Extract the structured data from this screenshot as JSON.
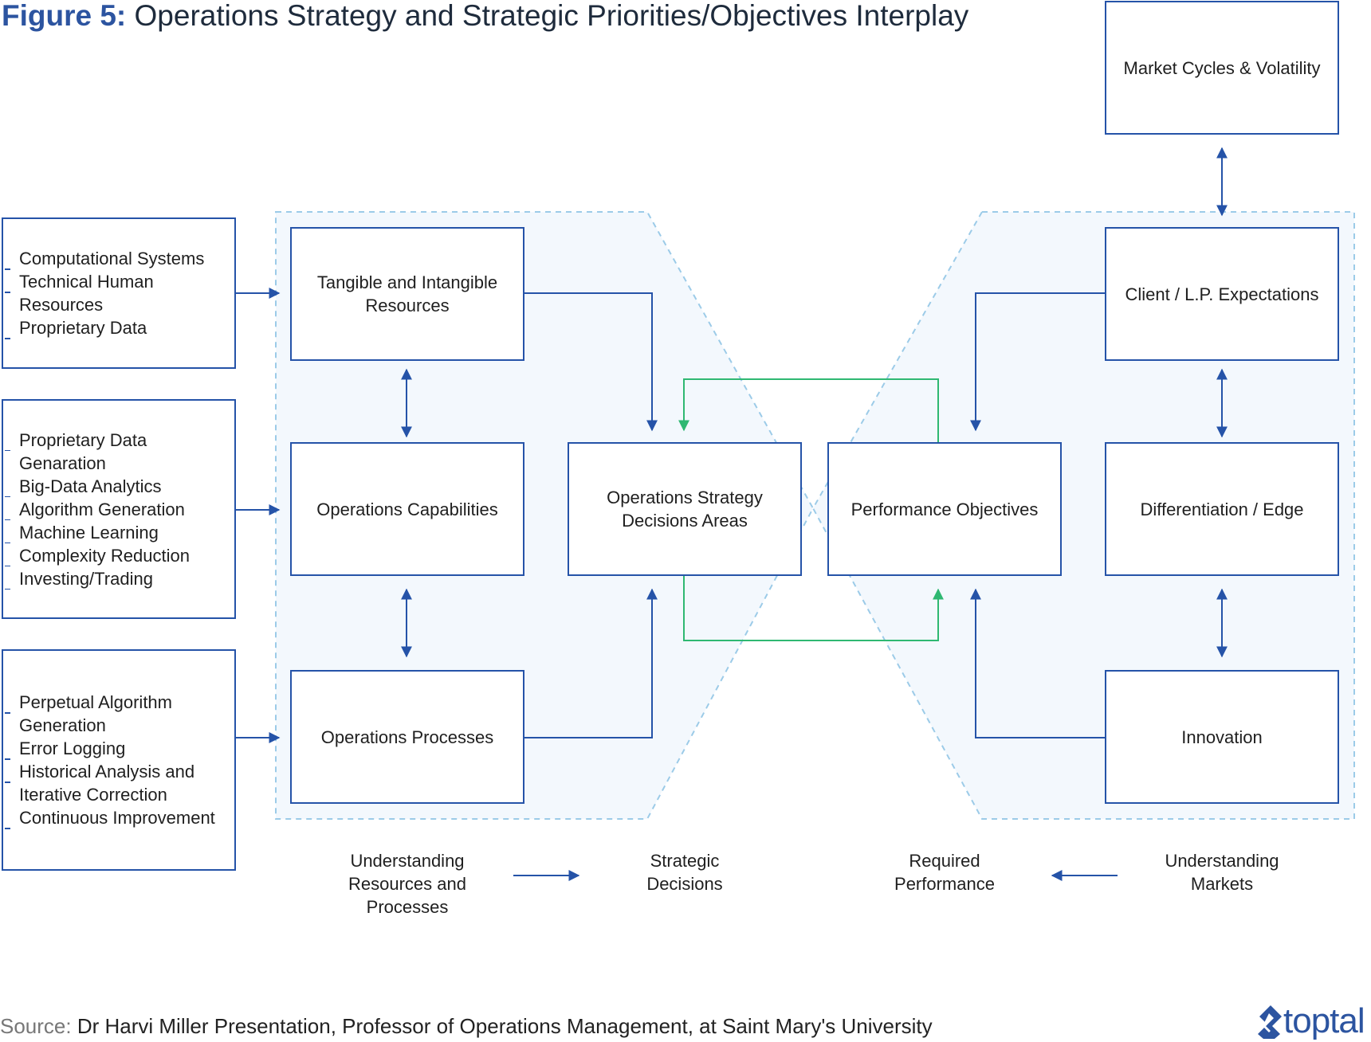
{
  "title": {
    "prefix": "Figure 5:",
    "text": "Operations Strategy and Strategic Priorities/Objectives Interplay"
  },
  "left_boxes": [
    {
      "items": [
        "Computational Systems",
        "Technical Human Resources",
        "Proprietary Data"
      ]
    },
    {
      "items": [
        "Proprietary Data Genaration",
        "Big-Data Analytics",
        "Algorithm Generation",
        "Machine Learning",
        "Complexity Reduction",
        "Investing/Trading"
      ]
    },
    {
      "items": [
        "Perpetual Algorithm Generation",
        "Error Logging",
        "Historical Analysis and Iterative Correction",
        "Continuous Improvement"
      ]
    }
  ],
  "resource_boxes": {
    "tangible": "Tangible and Intangible Resources",
    "capabilities": "Operations Capabilities",
    "processes": "Operations Processes"
  },
  "center_boxes": {
    "strategy": "Operations Strategy Decisions Areas",
    "performance": "Performance Objectives"
  },
  "market_boxes": {
    "market_cycles": "Market Cycles & Volatility",
    "client": "Client / L.P. Expectations",
    "differentiation": "Differentiation / Edge",
    "innovation": "Innovation"
  },
  "bottom_labels": {
    "understanding_resources": "Understanding Resources and Processes",
    "strategic_decisions": "Strategic Decisions",
    "required_performance": "Required Performance",
    "understanding_markets": "Understanding Markets"
  },
  "source": {
    "prefix": "Source:",
    "text": "Dr Harvi Miller Presentation, Professor of Operations Management, at Saint Mary's University"
  },
  "logo": {
    "text": "toptal"
  },
  "colors": {
    "box_border": "#2553a8",
    "arrow_blue": "#2553a8",
    "arrow_green": "#2fb872",
    "dashed_region": "#9ccbe8",
    "region_fill": "#f3f8fd"
  }
}
